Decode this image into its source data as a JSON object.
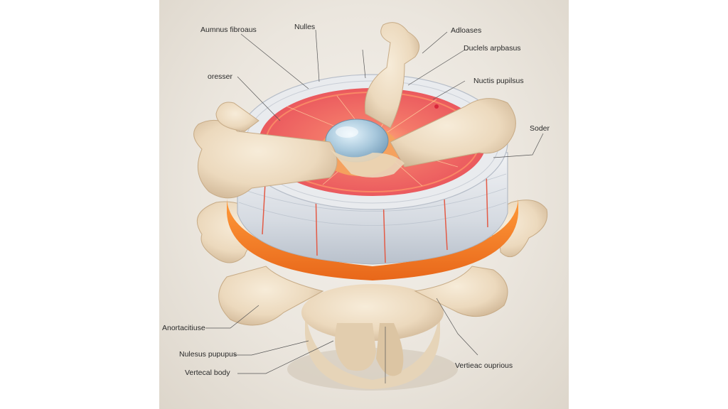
{
  "diagram": {
    "labels": {
      "annulus_fibrosus": "Aumnus fibroaus",
      "nulles": "Nulles",
      "adloases": "Adloases",
      "duclels_arpbasus": "Duclels arpbasus",
      "oresser": "oresser",
      "nuctis_pupilsus": "Nuctis pupilsus",
      "soder": "Soder",
      "anortacitiuse": "Anortacitiuse",
      "nulesus_pupupus": "Nulesus pupupus",
      "vertecal_body": "Vertecal body",
      "vertieac_ouprious": "Vertieac ouprious"
    }
  }
}
